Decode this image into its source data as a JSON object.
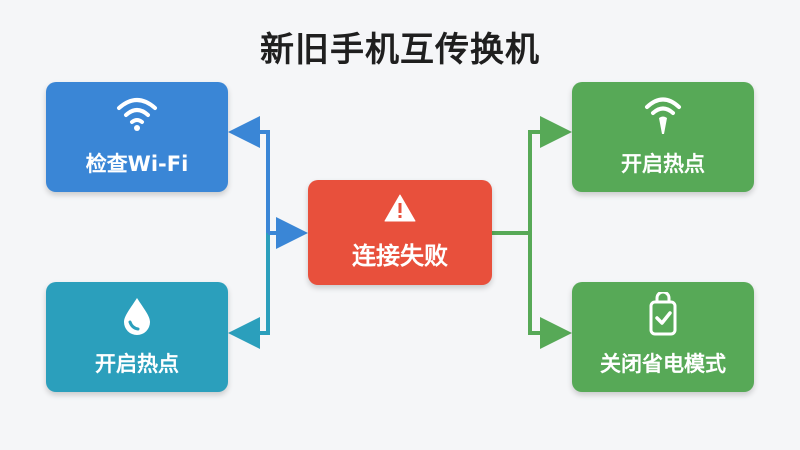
{
  "title": "新旧手机互传换机",
  "center": {
    "label": "连接失败",
    "icon": "warning-icon"
  },
  "left": [
    {
      "label": "检查Wi-Fi",
      "icon": "wifi-icon"
    },
    {
      "label": "开启热点",
      "icon": "droplet-icon"
    }
  ],
  "right": [
    {
      "label": "开启热点",
      "icon": "hotspot-icon"
    },
    {
      "label": "关闭省电模式",
      "icon": "battery-check-icon"
    }
  ],
  "colors": {
    "blue": "#3a86d6",
    "teal": "#2b9fbc",
    "red": "#e8503c",
    "green": "#57a957"
  }
}
